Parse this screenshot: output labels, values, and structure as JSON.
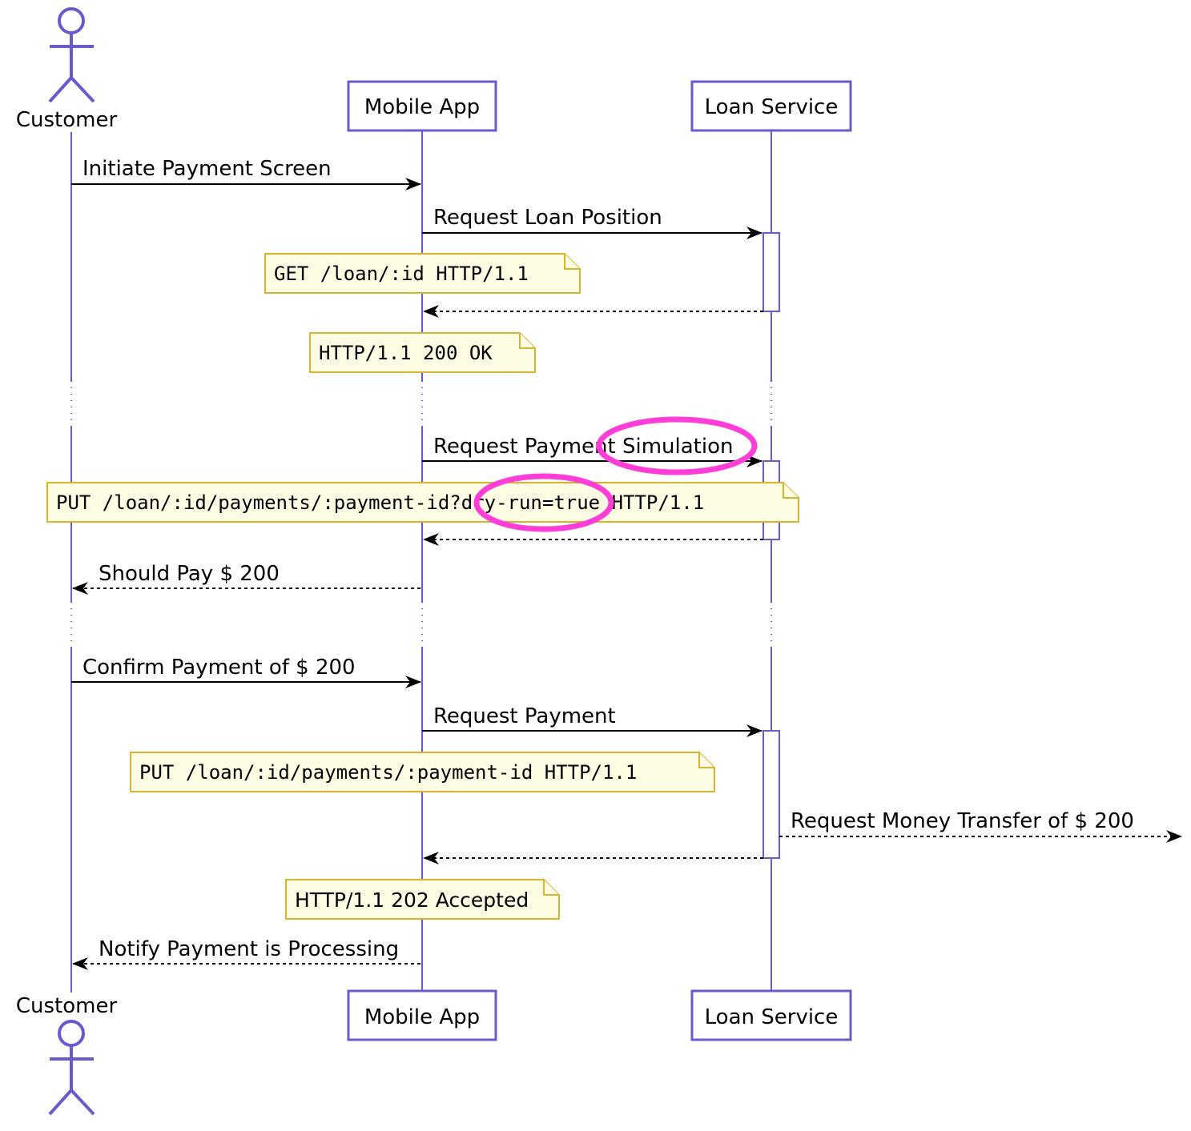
{
  "participants": {
    "customer": "Customer",
    "mobile_app": "Mobile App",
    "loan_service": "Loan Service"
  },
  "messages": {
    "m1": "Initiate Payment Screen",
    "m2": "Request Loan Position",
    "m3": "Request Payment Simulation",
    "m4": "Should Pay $ 200",
    "m5": "Confirm Payment of $ 200",
    "m6": "Request Payment",
    "m7": "Request Money Transfer of $ 200",
    "m8": "Notify Payment is Processing"
  },
  "notes": {
    "n1": "GET /loan/:id HTTP/1.1",
    "n2": "HTTP/1.1 200 OK",
    "n3": "PUT /loan/:id/payments/:payment-id?dry-run=true HTTP/1.1",
    "n4": "PUT /loan/:id/payments/:payment-id HTTP/1.1",
    "n5": "HTTP/1.1 202 Accepted"
  },
  "colors": {
    "participant": "#6a5acd",
    "note_fill": "#fefde3",
    "note_border": "#d4b430",
    "highlight": "#ff3ed8"
  }
}
